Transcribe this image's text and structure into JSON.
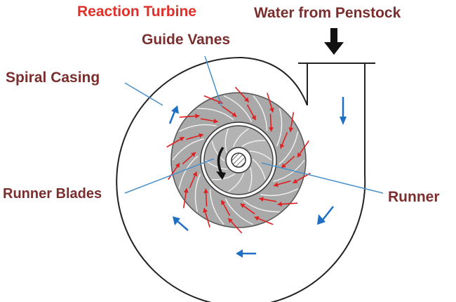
{
  "title": "Reaction Turbine",
  "labels": {
    "water_from_penstock": "Water from Penstock",
    "guide_vanes": "Guide Vanes",
    "spiral_casing": "Spiral Casing",
    "runner_blades": "Runner Blades",
    "runner": "Runner"
  },
  "colors": {
    "title": "#e0302a",
    "label": "#7a2e2e",
    "inflow_arrow": "#e02020",
    "flow_arrow": "#1f6fc5",
    "leader_line": "#4a90c8",
    "guide_ring": "#a9a9a9",
    "outline": "#222222"
  },
  "icons": {
    "penstock_inlet": "down-arrow-icon",
    "rotation": "curved-arrow-icon",
    "shaft": "hatched-shaft-icon"
  }
}
